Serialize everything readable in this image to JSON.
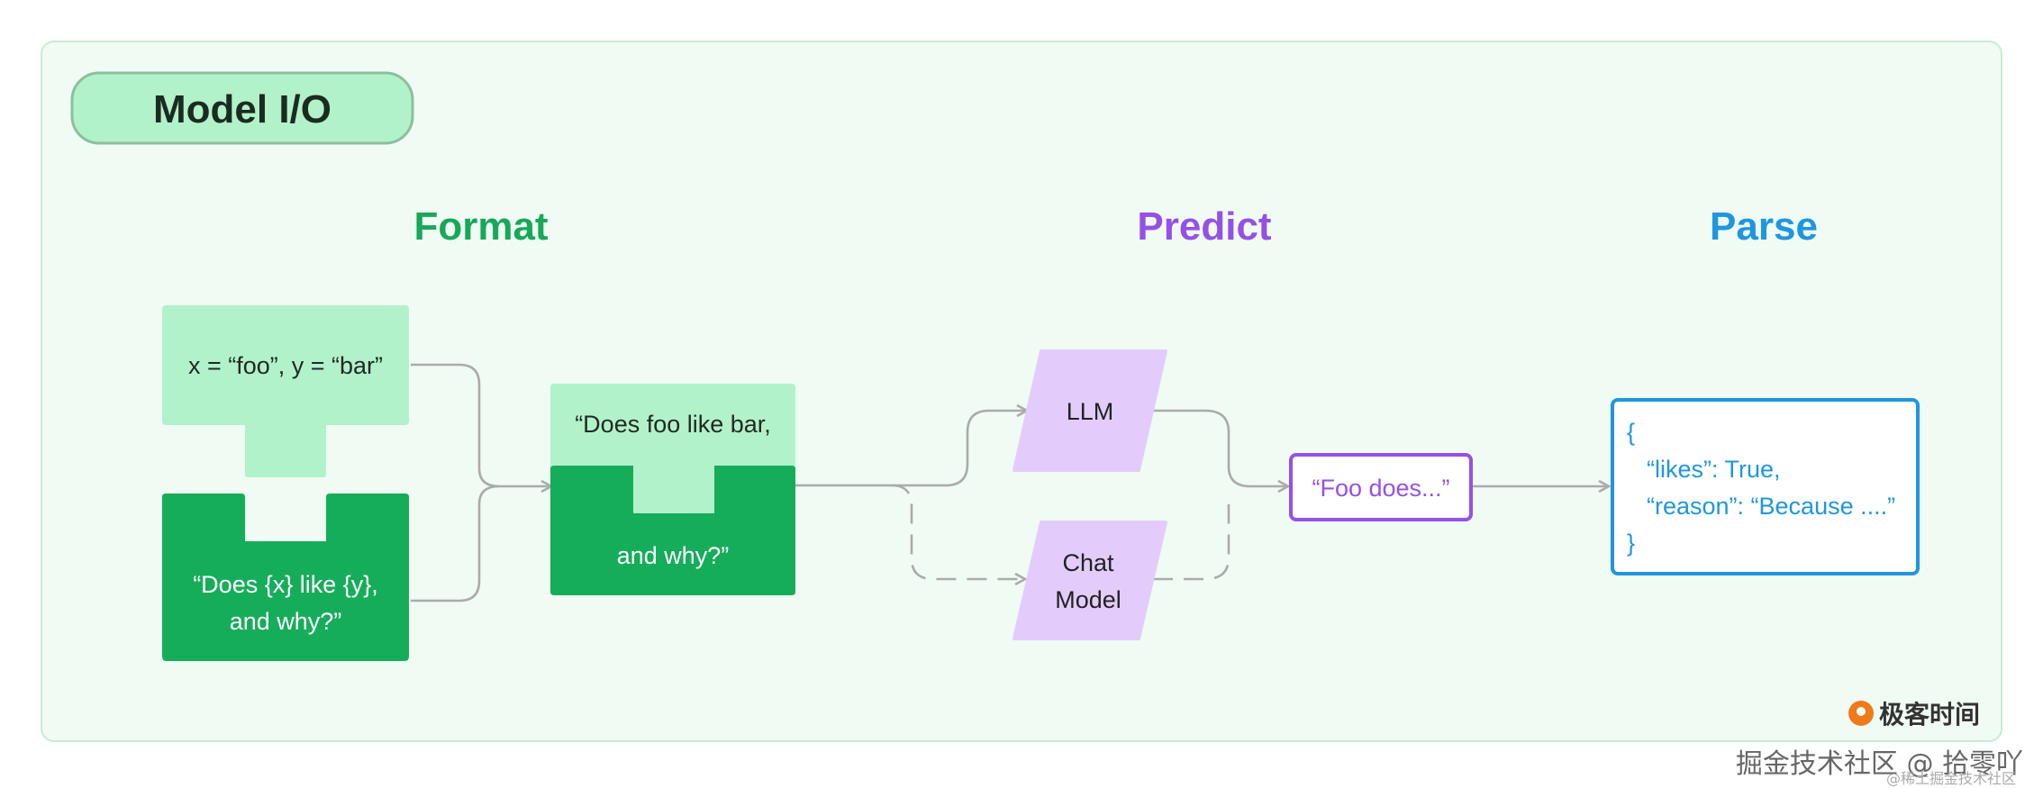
{
  "title": "Model I/O",
  "stages": {
    "format": "Format",
    "predict": "Predict",
    "parse": "Parse"
  },
  "format_nodes": {
    "vars": "x = “foo”, y = “bar”",
    "template_line1": "“Does {x} like {y},",
    "template_line2": "and why?”",
    "prompt_line1": "“Does foo like bar,",
    "prompt_line2": "and why?”"
  },
  "predict_nodes": {
    "llm": "LLM",
    "chat_line1": "Chat",
    "chat_line2": "Model"
  },
  "output": "“Foo does...”",
  "parse_output": {
    "line1": "{",
    "line2": "“likes”: True,",
    "line3": "“reason”: “Because ....”",
    "line4": "}"
  },
  "logo_text": "极客时间",
  "watermark": "掘金技术社区 @ 拾零吖",
  "watermark_sub": "@稀土掘金技术社区",
  "colors": {
    "panel_bg": "#f0fbf3",
    "light_green": "#b2f2cb",
    "dark_green": "#16ad5a",
    "format_title": "#17a85a",
    "predict_title": "#9650e6",
    "parse_title": "#1e96e0",
    "purple_box": "#e3ccfb",
    "connector": "#ababab"
  }
}
